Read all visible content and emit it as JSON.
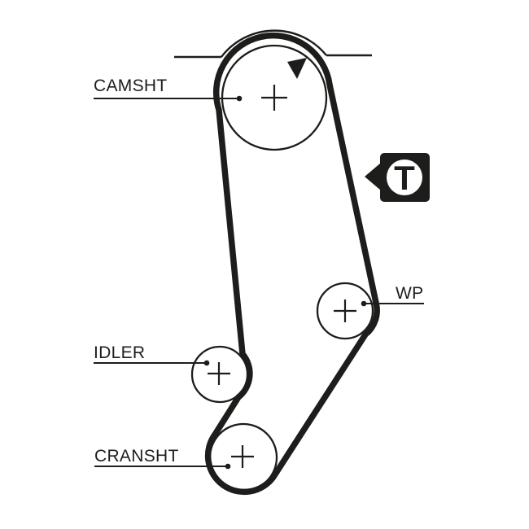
{
  "diagram": {
    "type": "timing-belt-routing-diagram",
    "colors": {
      "ink": "#1d1d1b",
      "background": "#ffffff"
    },
    "labels": {
      "camshaft": "CAMSHT",
      "water_pump": "WP",
      "idler": "IDLER",
      "crankshaft": "CRANSHT",
      "tensioner": "T"
    }
  }
}
